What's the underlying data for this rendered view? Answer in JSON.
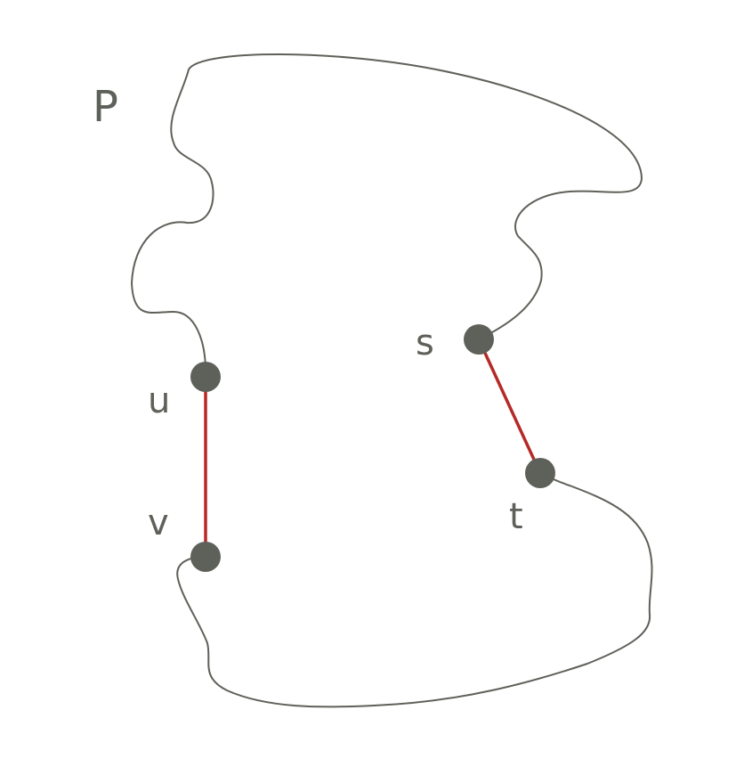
{
  "diagram": {
    "region_label": "P",
    "vertices": [
      {
        "id": "u",
        "label": "u"
      },
      {
        "id": "v",
        "label": "v"
      },
      {
        "id": "s",
        "label": "s"
      },
      {
        "id": "t",
        "label": "t"
      }
    ],
    "edges": [
      {
        "from": "u",
        "to": "v",
        "highlighted": true
      },
      {
        "from": "s",
        "to": "t",
        "highlighted": true
      }
    ],
    "colors": {
      "outline": "#5e6159",
      "vertex": "#5e6159",
      "edge": "#b52a26",
      "label": "#5e6159",
      "background": "#ffffff"
    }
  }
}
